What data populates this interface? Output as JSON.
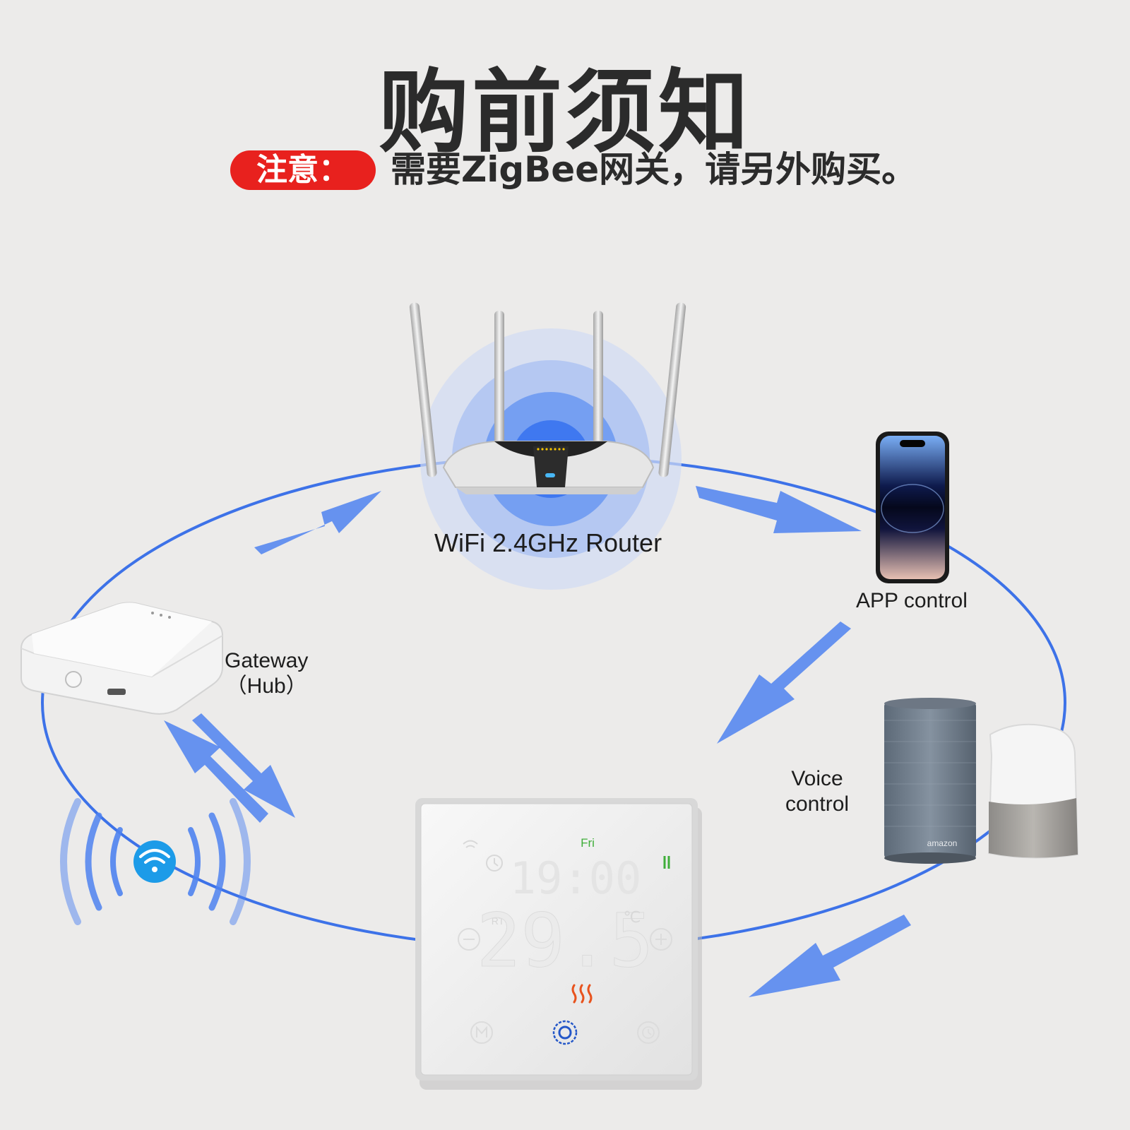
{
  "title": "购前须知",
  "notice": {
    "badge": "注意：",
    "text": "需要ZigBee网关，请另外购买。"
  },
  "labels": {
    "router": "WiFi 2.4GHz Router",
    "app": "APP control",
    "gateway_line1": "Gateway",
    "gateway_line2": "（Hub）",
    "voice_line1": "Voice",
    "voice_line2": "control"
  },
  "thermostat": {
    "day": "Fri",
    "time": "19:00",
    "rt": "RT",
    "temperature": "29.5",
    "unit": "℃",
    "buttons": [
      "M",
      "power",
      "clock"
    ]
  },
  "speaker_brand": "amazon",
  "colors": {
    "loop": "#3d72e8",
    "badge": "#e8211e",
    "wifi_badge": "#1c9be8",
    "heat_icon": "#e8531e",
    "fri_text": "#3fae3a"
  }
}
